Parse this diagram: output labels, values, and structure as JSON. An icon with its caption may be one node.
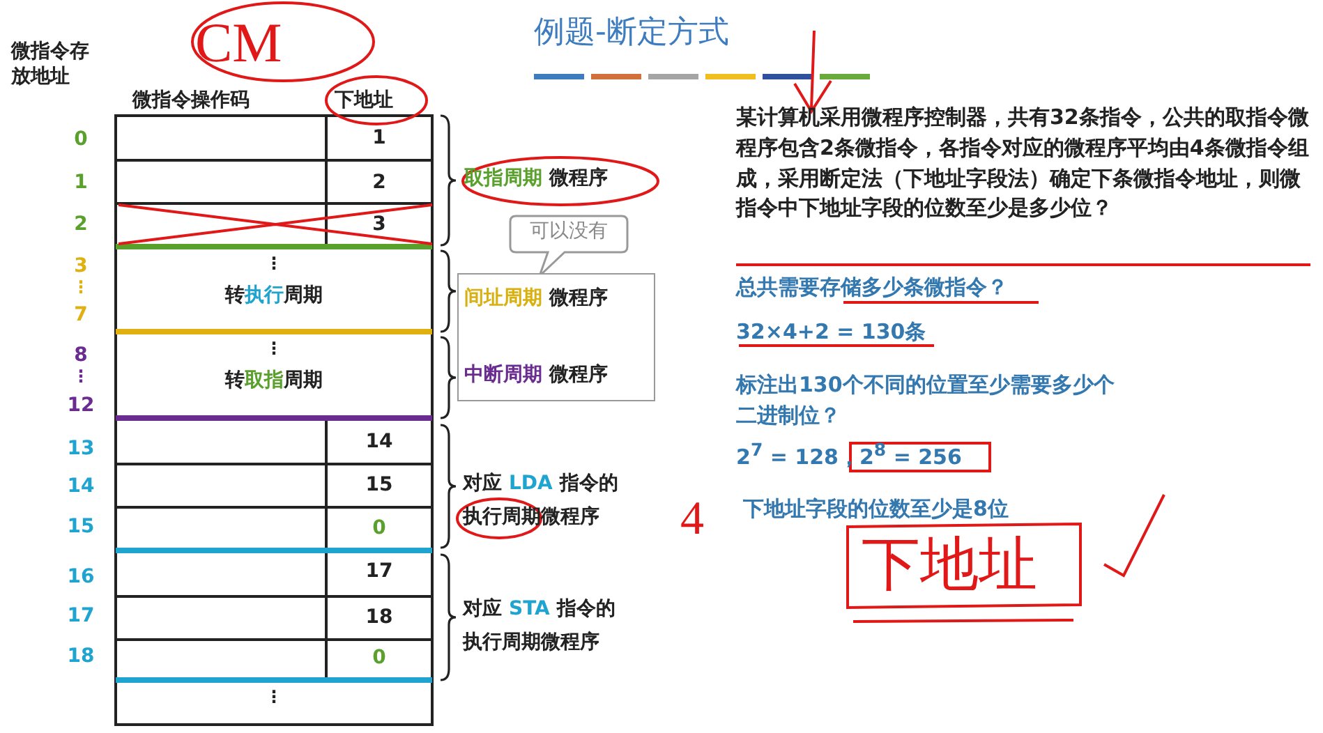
{
  "diagram": {
    "title": "例题-断定方式",
    "nodes": [
      {
        "text": [
          "可以没有"
        ]
      },
      {
        "text": [
          "间址周期",
          "微程序",
          "中断周期",
          "微程序"
        ]
      }
    ],
    "labels": [
      "CM",
      "微指令存放地址",
      "微指令操作码",
      "下地址",
      "0",
      "1",
      "1",
      "2",
      "2",
      "3",
      "取指周期",
      "微程序",
      "3",
      "⋮",
      "7",
      "⋮",
      "转",
      "执行",
      "周期",
      "8",
      "⋮",
      "12",
      "⋮",
      "转",
      "取指",
      "周期",
      "13",
      "14",
      "14",
      "15",
      "15",
      "0",
      "对应",
      "LDA",
      "指令的",
      "执行周期微程序",
      "16",
      "17",
      "17",
      "18",
      "18",
      "0",
      "对应",
      "STA",
      "指令的",
      "执行周期微程序",
      "⋮",
      "某计算机采用微程序控制器，共有32条指令，公共的取指令微程序包含2条微指令，各指令对应的微程序平均由4条微指令组成，采用断定法（下地址字段法）确定下条微指令地址，则微指令中下地址字段的位数至少是多少位？",
      "总共需要存储多少条微指令？",
      "32×4+2 = 130条",
      "标注出130个不同的位置至少需要多少个二进制位？",
      "2$^{7}$ = 128，2$^{8}$ = 256",
      "4",
      "下地址字段的位数至少是8位",
      "下地址"
    ]
  }
}
